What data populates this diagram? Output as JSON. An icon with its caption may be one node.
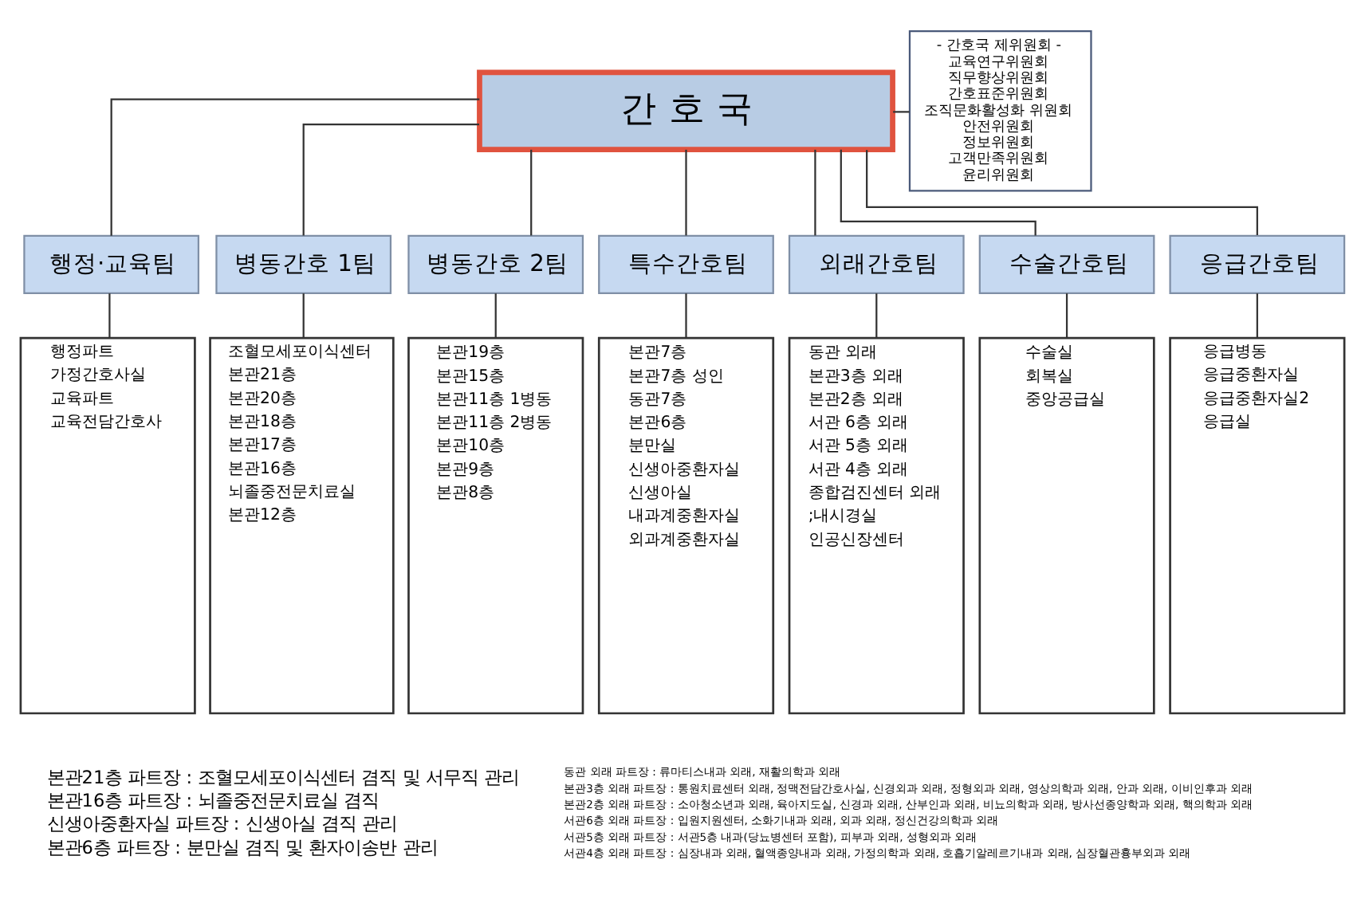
{
  "diagram": {
    "nodes": [
      {
        "text": [
          "간 호 국"
        ]
      },
      {
        "text": [
          "- 간호국 제위원회 -",
          "교육연구위원회",
          "직무향상위원회",
          "간호표준위원회",
          "조직문화활성화 위원회",
          "안전위원회",
          "정보위원회",
          "고객만족위원회",
          "윤리위원회"
        ]
      },
      {
        "text": [
          "행정·교육팀"
        ]
      },
      {
        "text": [
          "병동간호 1팀"
        ]
      },
      {
        "text": [
          "병동간호 2팀"
        ]
      },
      {
        "text": [
          "특수간호팀"
        ]
      },
      {
        "text": [
          "외래간호팀"
        ]
      },
      {
        "text": [
          "수술간호팀"
        ]
      },
      {
        "text": [
          "응급간호팀"
        ]
      },
      {
        "text": [
          "행정파트",
          "가정간호사실",
          "교육파트",
          "교육전담간호사"
        ]
      },
      {
        "text": [
          "조혈모세포이식센터",
          "본관21층",
          "본관20층",
          "본관18층",
          "본관17층",
          "본관16층",
          "뇌졸중전문치료실",
          "본관12층"
        ]
      },
      {
        "text": [
          "본관19층",
          "본관15층",
          "본관11층 1병동",
          "본관11층 2병동",
          "본관10층",
          "본관9층",
          "본관8층"
        ]
      },
      {
        "text": [
          "본관7층",
          "본관7층 성인",
          "동관7층",
          "본관6층",
          "분만실",
          "신생아중환자실",
          "신생아실",
          "내과계중환자실",
          "외과계중환자실"
        ]
      },
      {
        "text": [
          "동관 외래",
          "본관3층 외래",
          "본관2층 외래",
          "서관 6층 외래",
          "서관 5층 외래",
          "서관 4층 외래",
          "종합검진센터 외래",
          ";내시경실",
          "인공신장센터"
        ]
      },
      {
        "text": [
          "수술실",
          "회복실",
          "중앙공급실"
        ]
      },
      {
        "text": [
          "응급병동",
          "응급중환자실",
          "응급중환자실2",
          "응급실"
        ]
      }
    ],
    "edges": [
      {
        "from": 0,
        "to": 1,
        "arrow": "none"
      },
      {
        "from": 0,
        "to": 2,
        "arrow": "none"
      },
      {
        "from": 0,
        "to": 3,
        "arrow": "none"
      },
      {
        "from": 0,
        "to": 4,
        "arrow": "none"
      },
      {
        "from": 0,
        "to": 5,
        "arrow": "none"
      },
      {
        "from": 0,
        "to": 6,
        "arrow": "none"
      },
      {
        "from": 0,
        "to": 7,
        "arrow": "none"
      },
      {
        "from": 0,
        "to": 8,
        "arrow": "none"
      },
      {
        "from": 2,
        "to": 9,
        "arrow": "none"
      },
      {
        "from": 3,
        "to": 10,
        "arrow": "none"
      },
      {
        "from": 4,
        "to": 11,
        "arrow": "none"
      },
      {
        "from": 5,
        "to": 12,
        "arrow": "none"
      },
      {
        "from": 6,
        "to": 13,
        "arrow": "none"
      },
      {
        "from": 7,
        "to": 14,
        "arrow": "none"
      },
      {
        "from": 8,
        "to": 15,
        "arrow": "none"
      }
    ],
    "labels": [
      "본관21층 파트장 : 조혈모세포이식센터 겸직 및 서무직 관리",
      "본관16층 파트장 : 뇌졸중전문치료실 겸직",
      "신생아중환자실 파트장 : 신생아실 겸직 관리",
      "본관6층 파트장 : 분만실 겸직 및 환자이송반 관리",
      "동관 외래 파트장 : 류마티스내과 외래, 재활의학과 외래",
      "본관3층 외래 파트장 : 통원치료센터 외래, 정맥전담간호사실, 신경외과 외래, 정형외과 외래, 영상의학과 외래, 안과 외래, 이비인후과 외래",
      "본관2층 외래 파트장 : 소아청소년과 외래, 육아지도실, 신경과 외래, 산부인과 외래, 비뇨의학과 외래, 방사선종양학과 외래, 핵의학과 외래",
      "서관6층 외래 파트장 : 입원지원센터, 소화기내과 외래, 외과 외래, 정신건강의학과 외래",
      "서관5층 외래 파트장 : 서관5층 내과(당뇨병센터 포함), 피부과 외래, 성형외과 외래",
      "서관4층 외래 파트장 : 심장내과 외래, 혈액종양내과 외래, 가정의학과 외래, 호흡기알레르기내과 외래, 심장혈관흉부외과 외래"
    ]
  }
}
